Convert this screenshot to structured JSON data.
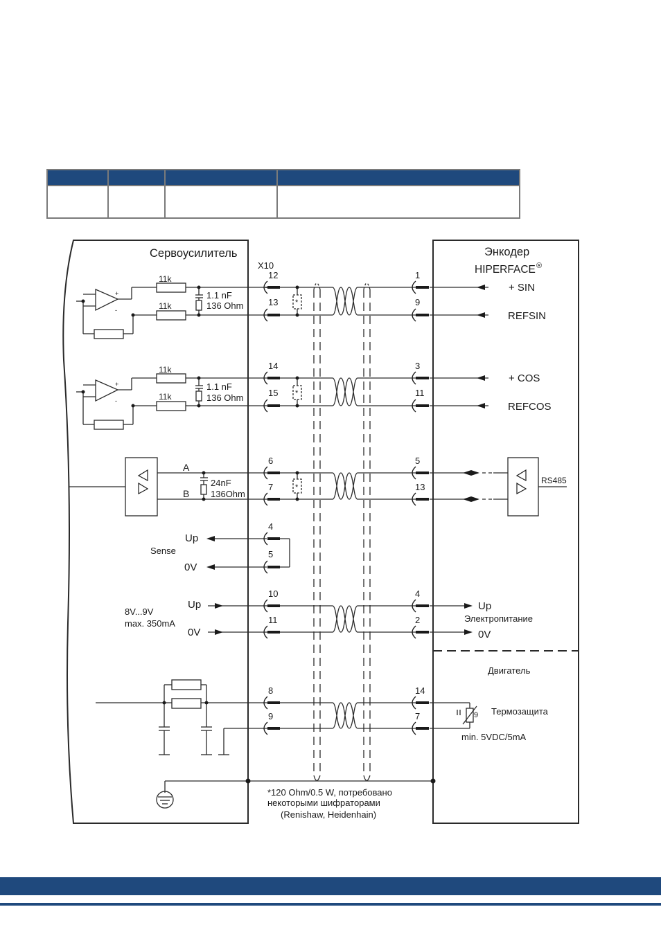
{
  "colors": {
    "header_blue": "#1f497d",
    "wire": "#2a2a2a"
  },
  "table": {
    "columns": 4,
    "rows": 1
  },
  "amplifier": {
    "title": "Сервоусилитель",
    "connector": "X10"
  },
  "encoder": {
    "title": "Энкодер",
    "type": "HIPERFACE",
    "reg_mark": "®"
  },
  "sin_channel": {
    "r_top": "11k",
    "r_bot": "11k",
    "cap": "1.1 nF",
    "res": "136 Ohm",
    "pin_amp_1": "12",
    "pin_amp_2": "13",
    "pin_enc_1": "1",
    "pin_enc_2": "9",
    "sig_1": "+ SIN",
    "sig_2": "REFSIN"
  },
  "cos_channel": {
    "r_top": "11k",
    "r_bot": "11k",
    "cap": "1.1 nF",
    "res": "136 Ohm",
    "pin_amp_1": "14",
    "pin_amp_2": "15",
    "pin_enc_1": "3",
    "pin_enc_2": "11",
    "sig_1": "+ COS",
    "sig_2": "REFCOS"
  },
  "rs485_channel": {
    "line_a": "A",
    "line_b": "B",
    "cap": "24nF",
    "res": "136Ohm",
    "pin_amp_1": "6",
    "pin_amp_2": "7",
    "pin_enc_1": "5",
    "pin_enc_2": "13",
    "label": "RS485"
  },
  "sense": {
    "pin_1": "4",
    "pin_2": "5",
    "up": "Up",
    "label": "Sense",
    "zero": "0V"
  },
  "power": {
    "pin_amp_1": "10",
    "pin_amp_2": "11",
    "pin_enc_1": "4",
    "pin_enc_2": "2",
    "up_in": "Up",
    "zero_in": "0V",
    "range": "8V...9V",
    "current": "max. 350mA",
    "up_out": "Up",
    "label": "Электропитание",
    "zero_out": "0V"
  },
  "motor": {
    "title": "Двигатель",
    "pin_amp_1": "8",
    "pin_amp_2": "9",
    "pin_mot_1": "14",
    "pin_mot_2": "7",
    "sensor_pin": "9",
    "thermal": "Термозащита",
    "thermal_rating": "min. 5VDC/5mA"
  },
  "note": {
    "line1": "*120 Ohm/0.5 W, потребовано",
    "line2": "некоторыми шифраторами",
    "line3": "(Renishaw, Heidenhain)",
    "mark": "*"
  }
}
